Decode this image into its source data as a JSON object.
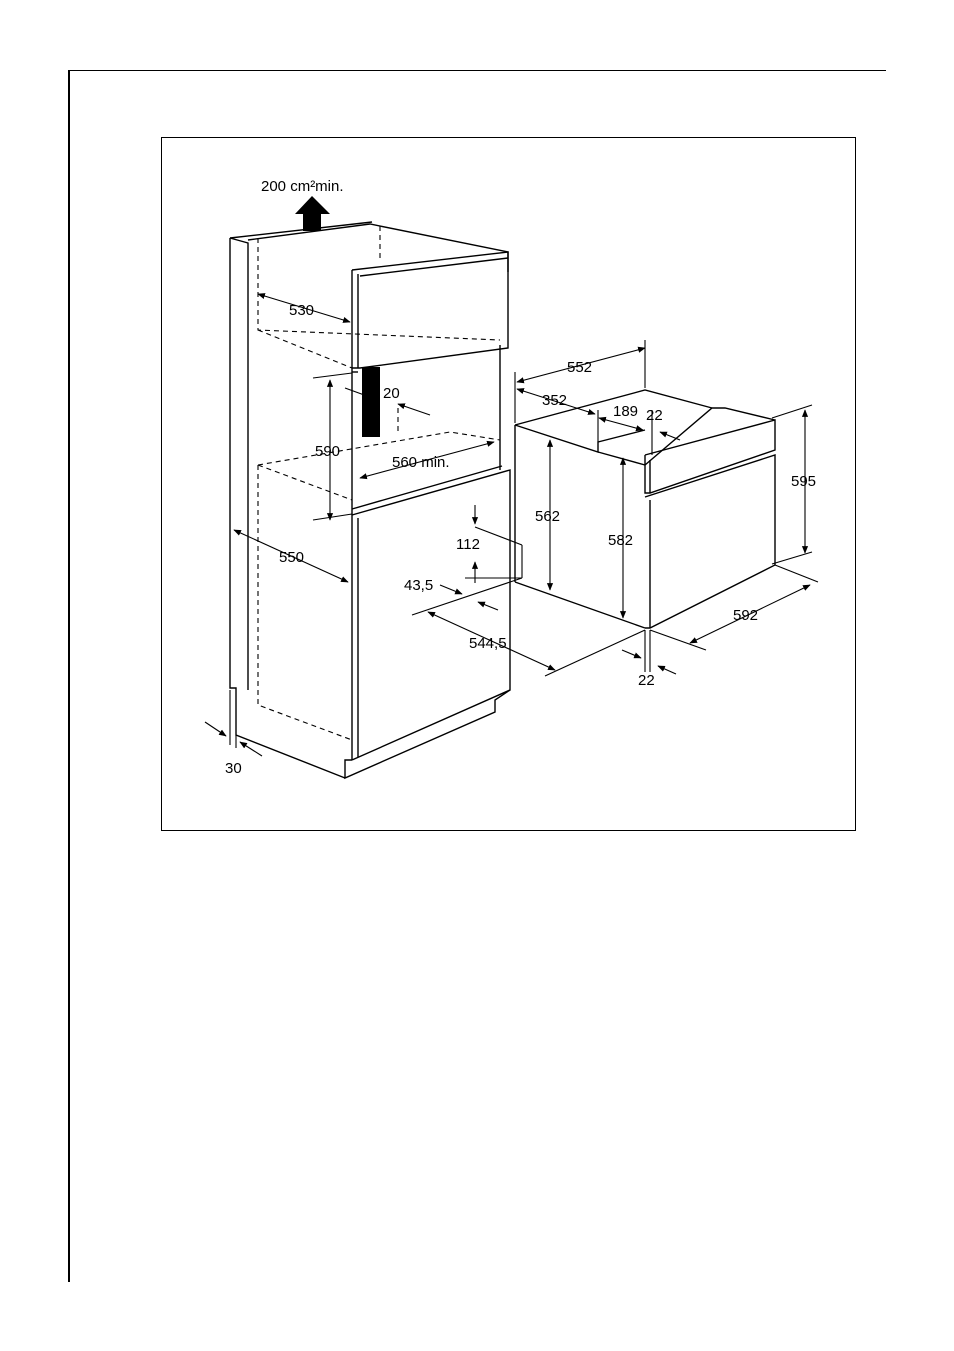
{
  "diagram": {
    "ventilation_label": "200 cm²min.",
    "dims": {
      "d530": "530",
      "d20": "20",
      "d590": "590",
      "d560": "560 min.",
      "d550": "550",
      "d112": "112",
      "d43": "43,5",
      "d544": "544,5",
      "d30": "30",
      "d552": "552",
      "d352": "352",
      "d189": "189",
      "d22top": "22",
      "d562": "562",
      "d582": "582",
      "d595": "595",
      "d592": "592",
      "d22bottom": "22"
    }
  }
}
